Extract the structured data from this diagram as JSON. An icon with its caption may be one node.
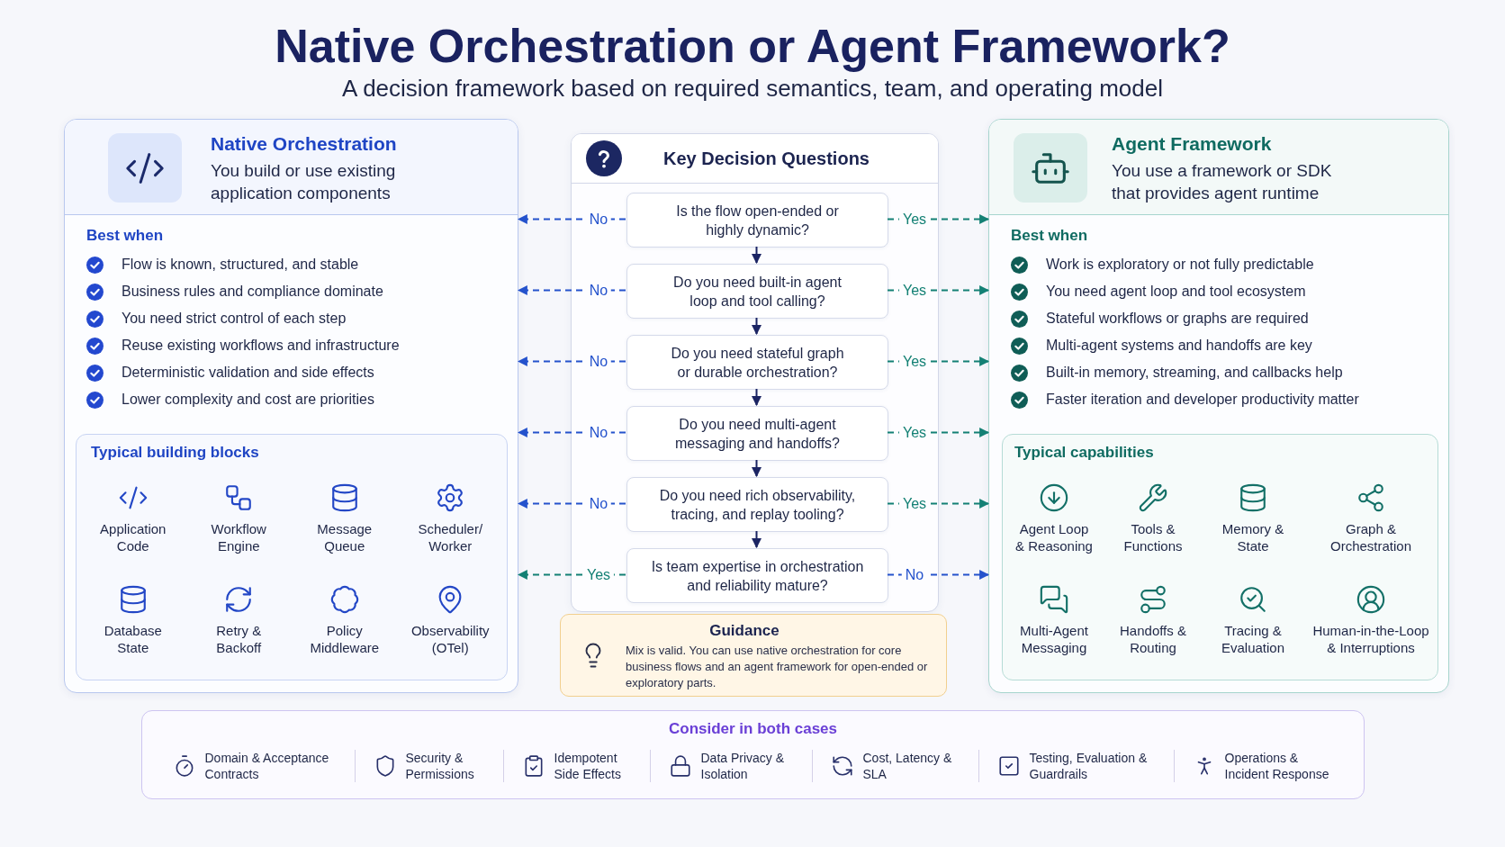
{
  "diagram": {
    "title": "Native Orchestration or Agent Framework?",
    "nodes": [
      {
        "text": [
          "Native Orchestration",
          "You build or use existing application components",
          "Best when",
          "Flow is known, structured, and stable",
          "Business rules and compliance dominate",
          "You need strict control of each step",
          "Reuse existing workflows and infrastructure",
          "Deterministic validation and side effects",
          "Lower complexity and cost are priorities"
        ]
      },
      {
        "text": [
          "Typical building blocks",
          "Application Code",
          "Workflow Engine",
          "Message Queue",
          "Scheduler/ Worker",
          "Database State",
          "Retry & Backoff",
          "Policy Middleware",
          "Observability (OTel)"
        ],
        "in": 0
      },
      {
        "text": [
          "Key Decision Questions"
        ]
      },
      {
        "text": [
          "Is the flow open-ended or highly dynamic?"
        ],
        "in": 2
      },
      {
        "text": [
          "Do you need built-in agent loop and tool calling?"
        ],
        "in": 2
      },
      {
        "text": [
          "Do you need stateful graph or durable orchestration?"
        ],
        "in": 2
      },
      {
        "text": [
          "Do you need multi-agent messaging and handoffs?"
        ],
        "in": 2
      },
      {
        "text": [
          "Do you need rich observability, tracing, and replay tooling?"
        ],
        "in": 2
      },
      {
        "text": [
          "Is team expertise in orchestration and reliability mature?"
        ],
        "in": 2
      },
      {
        "text": [
          "Agent Framework",
          "You use a framework or SDK that provides agent runtime",
          "Best when",
          "Work is exploratory or not fully predictable",
          "You need agent loop and tool ecosystem",
          "Stateful workflows or graphs are required",
          "Multi-agent systems and handoffs are key",
          "Built-in memory, streaming, and callbacks help",
          "Faster iteration and developer productivity matter"
        ]
      },
      {
        "text": [
          "Typical capabilities",
          "Agent Loop & Reasoning",
          "Tools & Functions",
          "Memory & State",
          "Graph & Orchestration",
          "Multi-Agent Messaging",
          "Handoffs & Routing",
          "Tracing & Evaluation",
          "Human-in-the-Loop & Interruptions"
        ],
        "in": 9
      },
      {
        "text": [
          "Guidance",
          "Mix is valid. You can use native orchestration for core business flows and an agent framework for open-ended or exploratory parts."
        ]
      },
      {
        "text": [
          "Consider in both cases",
          "Domain & Acceptance Contracts",
          "Security & Permissions",
          "Idempotent Side Effects",
          "Data Privacy & Isolation",
          "Cost, Latency & SLA",
          "Testing, Evaluation & Guardrails",
          "Operations & Incident Response"
        ]
      }
    ],
    "edges": [
      {
        "from": 3,
        "to": 0,
        "arrow": "to",
        "label": "No",
        "style": "dashed",
        "color": "#2452cc"
      },
      {
        "from": 3,
        "to": 9,
        "arrow": "to",
        "label": "Yes",
        "style": "dashed",
        "color": "#138074"
      },
      {
        "from": 3,
        "to": 4,
        "arrow": "to",
        "color": "#1b2463"
      },
      {
        "from": 4,
        "to": 0,
        "arrow": "to",
        "label": "No",
        "style": "dashed",
        "color": "#2452cc"
      },
      {
        "from": 4,
        "to": 9,
        "arrow": "to",
        "label": "Yes",
        "style": "dashed",
        "color": "#138074"
      },
      {
        "from": 4,
        "to": 5,
        "arrow": "to",
        "color": "#1b2463"
      },
      {
        "from": 5,
        "to": 0,
        "arrow": "to",
        "label": "No",
        "style": "dashed",
        "color": "#2452cc"
      },
      {
        "from": 5,
        "to": 9,
        "arrow": "to",
        "label": "Yes",
        "style": "dashed",
        "color": "#138074"
      },
      {
        "from": 5,
        "to": 6,
        "arrow": "to",
        "color": "#1b2463"
      },
      {
        "from": 6,
        "to": 0,
        "arrow": "to",
        "label": "No",
        "style": "dashed",
        "color": "#2452cc"
      },
      {
        "from": 6,
        "to": 9,
        "arrow": "to",
        "label": "Yes",
        "style": "dashed",
        "color": "#138074"
      },
      {
        "from": 6,
        "to": 7,
        "arrow": "to",
        "color": "#1b2463"
      },
      {
        "from": 7,
        "to": 0,
        "arrow": "to",
        "label": "No",
        "style": "dashed",
        "color": "#2452cc"
      },
      {
        "from": 7,
        "to": 9,
        "arrow": "to",
        "label": "Yes",
        "style": "dashed",
        "color": "#138074"
      },
      {
        "from": 7,
        "to": 8,
        "arrow": "to",
        "color": "#1b2463"
      },
      {
        "from": 8,
        "to": 0,
        "arrow": "to",
        "label": "Yes",
        "style": "dashed",
        "color": "#138074"
      },
      {
        "from": 8,
        "to": 9,
        "arrow": "to",
        "label": "No",
        "style": "dashed",
        "color": "#2452cc"
      }
    ],
    "labels": [
      "A decision framework based on required semantics, team, and operating model"
    ]
  }
}
